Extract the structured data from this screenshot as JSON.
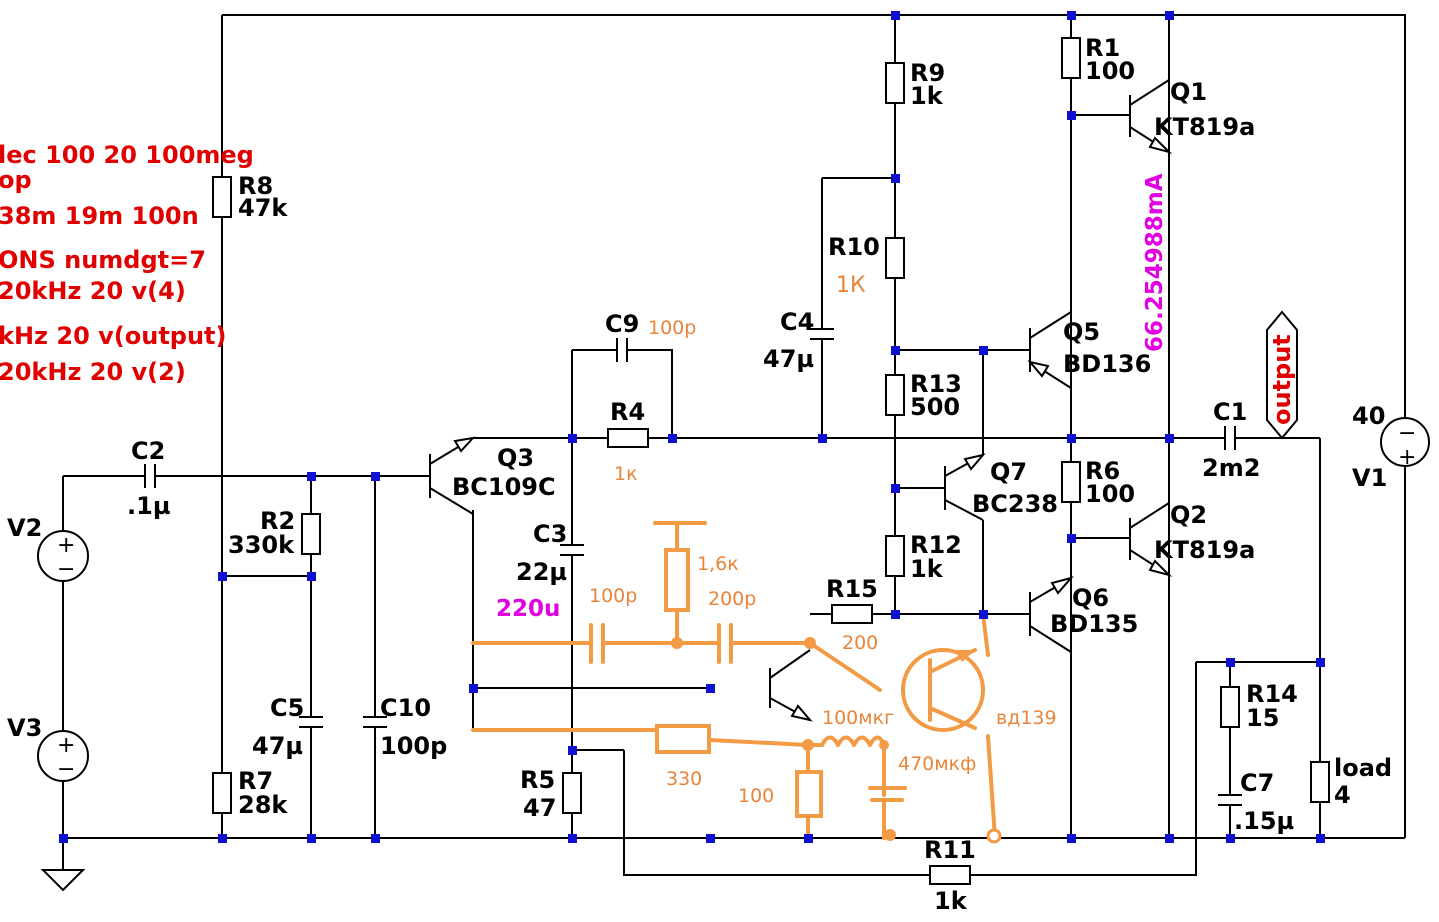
{
  "directives": [
    "lec 100 20 100meg",
    "op",
    " 38m 19m 100n",
    "ONS numdgt=7",
    " 20kHz 20 v(4)",
    "kHz 20 v(output)",
    " 20kHz 20 v(2)"
  ],
  "components": {
    "r1": {
      "ref": "R1",
      "value": "100"
    },
    "r9": {
      "ref": "R9",
      "value": "1k"
    },
    "q1": {
      "ref": "Q1",
      "value": "KT819a"
    },
    "r8": {
      "ref": "R8",
      "value": "47k"
    },
    "r10": {
      "ref": "R10",
      "value": "1К"
    },
    "c4": {
      "ref": "C4",
      "value": "47µ"
    },
    "q5": {
      "ref": "Q5",
      "value": "BD136"
    },
    "c9": {
      "ref": "C9",
      "value": "100p"
    },
    "r13": {
      "ref": "R13",
      "value": "500"
    },
    "r4": {
      "ref": "R4",
      "value": "1к"
    },
    "c1": {
      "ref": "C1",
      "value": "2m2"
    },
    "v1": {
      "ref": "V1",
      "value": "40"
    },
    "c2": {
      "ref": "C2",
      "value": ".1µ"
    },
    "q3": {
      "ref": "Q3",
      "value": "BC109C"
    },
    "r6": {
      "ref": "R6",
      "value": "100"
    },
    "q7": {
      "ref": "Q7",
      "value": "BC238"
    },
    "v2": {
      "ref": "V2",
      "value": ""
    },
    "r2": {
      "ref": "R2",
      "value": "330k"
    },
    "c3": {
      "ref": "C3",
      "value": "22µ"
    },
    "q2": {
      "ref": "Q2",
      "value": "KT819a"
    },
    "r12": {
      "ref": "R12",
      "value": "1k"
    },
    "r15": {
      "ref": "R15",
      "value": "200"
    },
    "q6": {
      "ref": "Q6",
      "value": "BD135"
    },
    "r14": {
      "ref": "R14",
      "value": "15"
    },
    "c5": {
      "ref": "C5",
      "value": "47µ"
    },
    "c10": {
      "ref": "C10",
      "value": "100p"
    },
    "v3": {
      "ref": "V3",
      "value": ""
    },
    "r7": {
      "ref": "R7",
      "value": "28k"
    },
    "r5": {
      "ref": "R5",
      "value": "47"
    },
    "c7": {
      "ref": "C7",
      "value": ".15µ"
    },
    "load": {
      "ref": "load",
      "value": "4"
    },
    "r11": {
      "ref": "R11",
      "value": "1k"
    }
  },
  "annotations": {
    "current": "66.254988mA",
    "output_flag": "output",
    "c3_mod": "220u",
    "mod_r_top": "1,6к",
    "mod_c_left": "100p",
    "mod_c_right": "200p",
    "mod_l": "100мкг",
    "mod_transistor": "вд139",
    "mod_c_bottom": "470мкф",
    "mod_r_330": "330",
    "mod_r_100": "100"
  },
  "colors": {
    "wire": "#000000",
    "junction": "#1010d0",
    "sketch": "#f39a44",
    "directive": "#e00000",
    "annotation": "#e000e0"
  }
}
